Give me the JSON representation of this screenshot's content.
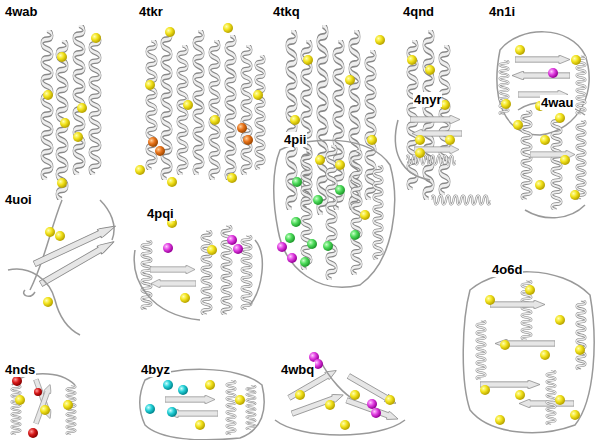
{
  "diagram": {
    "labels": [
      "4wab",
      "4tkr",
      "4tkq",
      "4qnd",
      "4n1i",
      "4nyr",
      "4wau",
      "4pii",
      "4uoi",
      "4pqi",
      "4o6d",
      "4nds",
      "4byz",
      "4wbq"
    ]
  }
}
